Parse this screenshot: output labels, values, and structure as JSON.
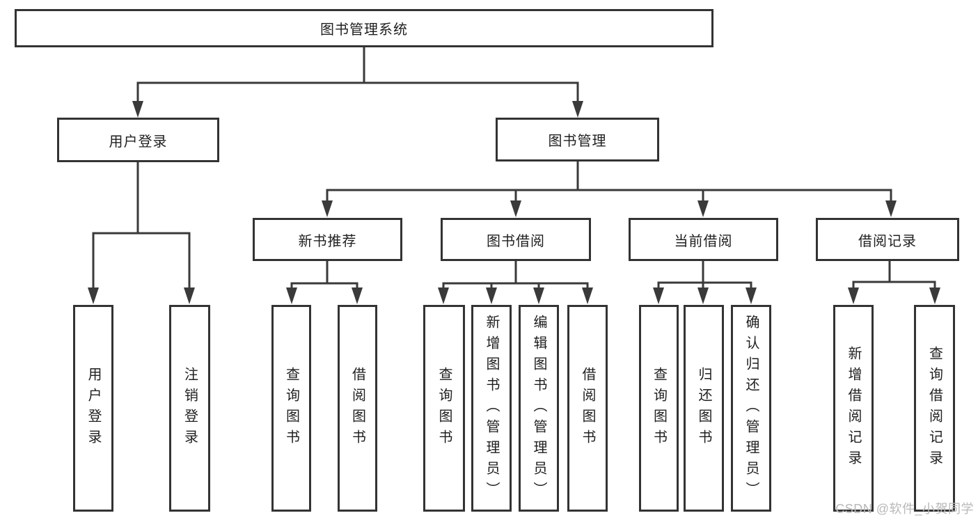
{
  "tree": {
    "title": "图书管理系统",
    "children": [
      {
        "label": "用户登录",
        "children": [
          {
            "label": "用户登录"
          },
          {
            "label": "注销登录"
          }
        ]
      },
      {
        "label": "图书管理",
        "children": [
          {
            "label": "新书推荐",
            "children": [
              {
                "label": "查询图书"
              },
              {
                "label": "借阅图书"
              }
            ]
          },
          {
            "label": "图书借阅",
            "children": [
              {
                "label": "查询图书"
              },
              {
                "label": "新增图书（管理员）"
              },
              {
                "label": "编辑图书（管理员）"
              },
              {
                "label": "借阅图书"
              }
            ]
          },
          {
            "label": "当前借阅",
            "children": [
              {
                "label": "查询图书"
              },
              {
                "label": "归还图书"
              },
              {
                "label": "确认归还（管理员）"
              }
            ]
          },
          {
            "label": "借阅记录",
            "children": [
              {
                "label": "新增借阅记录"
              },
              {
                "label": "查询借阅记录"
              }
            ]
          }
        ]
      }
    ]
  },
  "watermark": {
    "text": "CSDN @软件_小贺同学",
    "color": "#b8b8b8"
  },
  "colors": {
    "line": "#3a3a3a",
    "border": "#333333",
    "text": "#1f1f1f",
    "background": "#ffffff"
  }
}
